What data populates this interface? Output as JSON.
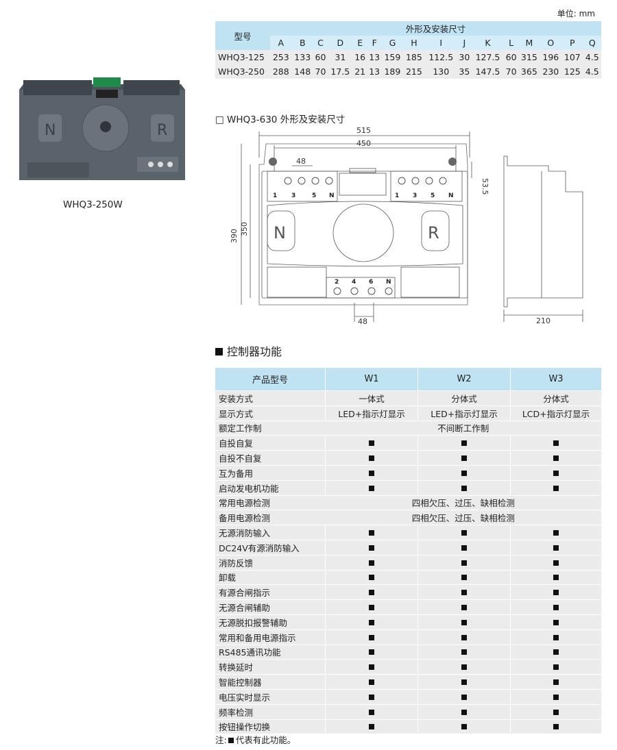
{
  "unit_label": "单位: mm",
  "product_caption": "WHQ3-250W",
  "dims_table": {
    "model_header": "型号",
    "group_header": "外形及安装尺寸",
    "columns": [
      "A",
      "B",
      "C",
      "D",
      "E",
      "F",
      "G",
      "H",
      "I",
      "J",
      "K",
      "L",
      "M",
      "O",
      "P",
      "Q"
    ],
    "rows": [
      {
        "model": "WHQ3-125",
        "values": [
          "253",
          "133",
          "60",
          "31",
          "16",
          "13",
          "159",
          "185",
          "112.5",
          "30",
          "127.5",
          "60",
          "315",
          "196",
          "107",
          "4.5"
        ]
      },
      {
        "model": "WHQ3-250",
        "values": [
          "288",
          "148",
          "70",
          "17.5",
          "21",
          "13",
          "189",
          "215",
          "130",
          "35",
          "147.5",
          "70",
          "365",
          "230",
          "125",
          "4.5"
        ]
      }
    ]
  },
  "drawing": {
    "title": "□ WHQ3-630 外形及安装尺寸",
    "dim_515": "515",
    "dim_450": "450",
    "dim_48_top": "48",
    "dim_53_5": "53.5",
    "dim_390": "390",
    "dim_350": "350",
    "dim_48_bottom": "48",
    "dim_210": "210",
    "letter_n": "N",
    "letter_r": "R",
    "terminals_top_left": [
      "1",
      "3",
      "5",
      "N"
    ],
    "terminals_top_right": [
      "1",
      "3",
      "5",
      "N"
    ],
    "terminals_bottom": [
      "2",
      "4",
      "6",
      "N"
    ]
  },
  "section_title": "控制器功能",
  "func_table": {
    "header": [
      "产品型号",
      "W1",
      "W2",
      "W3"
    ],
    "rows": [
      {
        "label": "安装方式",
        "type": "text",
        "values": [
          "一体式",
          "分体式",
          "分体式"
        ]
      },
      {
        "label": "显示方式",
        "type": "text",
        "values": [
          "LED+指示灯显示",
          "LED+指示灯显示",
          "LCD+指示灯显示"
        ]
      },
      {
        "label": "额定工作制",
        "type": "span",
        "text": "不间断工作制"
      },
      {
        "label": "自投自复",
        "type": "mark",
        "values": [
          true,
          true,
          true
        ]
      },
      {
        "label": "自投不自复",
        "type": "mark",
        "values": [
          true,
          true,
          true
        ]
      },
      {
        "label": "互为备用",
        "type": "mark",
        "values": [
          true,
          true,
          true
        ]
      },
      {
        "label": "启动发电机功能",
        "type": "mark",
        "values": [
          true,
          true,
          true
        ]
      },
      {
        "label": "常用电源检测",
        "type": "span",
        "text": "四相欠压、过压、缺相检测"
      },
      {
        "label": "备用电源检测",
        "type": "span",
        "text": "四相欠压、过压、缺相检测"
      },
      {
        "label": "无源消防输入",
        "type": "mark",
        "values": [
          true,
          true,
          true
        ]
      },
      {
        "label": "DC24V有源消防输入",
        "type": "mark",
        "values": [
          true,
          true,
          true
        ]
      },
      {
        "label": "消防反馈",
        "type": "mark",
        "values": [
          true,
          true,
          true
        ]
      },
      {
        "label": "卸载",
        "type": "mark",
        "values": [
          true,
          true,
          true
        ]
      },
      {
        "label": "有源合闸指示",
        "type": "mark",
        "values": [
          true,
          true,
          true
        ]
      },
      {
        "label": "无源合闸辅助",
        "type": "mark",
        "values": [
          true,
          true,
          true
        ]
      },
      {
        "label": "无源脱扣报警辅助",
        "type": "mark",
        "values": [
          true,
          true,
          true
        ]
      },
      {
        "label": "常用和备用电源指示",
        "type": "mark",
        "values": [
          true,
          true,
          true
        ]
      },
      {
        "label": "RS485通讯功能",
        "type": "mark",
        "values": [
          true,
          true,
          true
        ]
      },
      {
        "label": "转换延时",
        "type": "mark",
        "values": [
          true,
          true,
          true
        ]
      },
      {
        "label": "智能控制器",
        "type": "mark",
        "values": [
          true,
          true,
          true
        ]
      },
      {
        "label": "电压实时显示",
        "type": "mark",
        "values": [
          true,
          true,
          true
        ]
      },
      {
        "label": "频率检测",
        "type": "mark",
        "values": [
          true,
          true,
          true
        ]
      },
      {
        "label": "按钮操作切换",
        "type": "mark",
        "values": [
          true,
          true,
          true
        ]
      }
    ]
  },
  "note": {
    "prefix": "注:",
    "suffix": "代表有此功能。"
  }
}
